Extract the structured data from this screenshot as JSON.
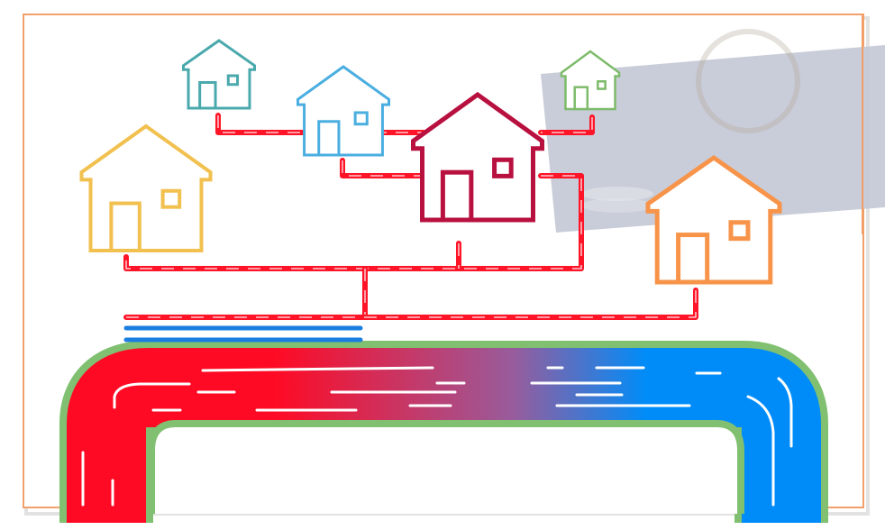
{
  "diagram": {
    "houses": [
      {
        "id": "teal",
        "color": "#4aa9ad"
      },
      {
        "id": "blue",
        "color": "#4aaee0"
      },
      {
        "id": "crimson",
        "color": "#b8103f"
      },
      {
        "id": "green",
        "color": "#7dbb6a"
      },
      {
        "id": "yellow",
        "color": "#f1c04f"
      },
      {
        "id": "orange",
        "color": "#f7944a"
      }
    ],
    "colors": {
      "frame": "#f2a06a",
      "supply_pipe": "#ff1428",
      "return_pipe": "#1a7ee0",
      "main_pipe_hot": "#ff0a24",
      "main_pipe_cold": "#008cf8",
      "main_pipe_outline": "#80c070",
      "photo_overlay": "#c3c8d5"
    }
  }
}
